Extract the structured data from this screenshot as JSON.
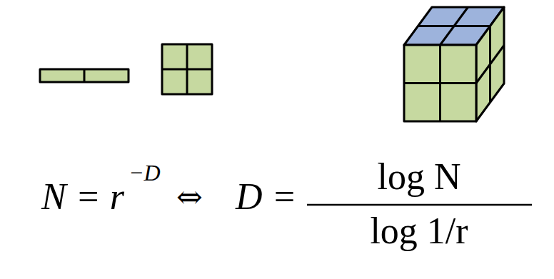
{
  "diagram": {
    "labels": [
      "N = r",
      "−D",
      "⇔",
      "D =",
      "log N",
      "log 1/r"
    ]
  }
}
